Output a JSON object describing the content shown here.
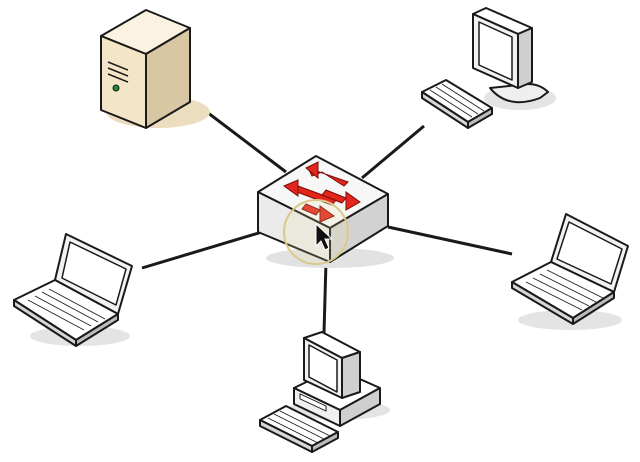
{
  "diagram": {
    "kind": "star-network",
    "hub": {
      "name": "network-switch",
      "icon": "switch-icon",
      "arrow_color": "#e4251b"
    },
    "nodes": [
      {
        "name": "server",
        "icon": "server-tower-icon"
      },
      {
        "name": "desktop-monitor",
        "icon": "monitor-keyboard-icon"
      },
      {
        "name": "laptop-left",
        "icon": "laptop-icon"
      },
      {
        "name": "laptop-right",
        "icon": "laptop-icon"
      },
      {
        "name": "desktop-pc",
        "icon": "desktop-pc-icon"
      }
    ],
    "colors": {
      "outline": "#1a1a1a",
      "device_body": "#f2f2f2",
      "device_shadow": "#cfcfcf",
      "server_body": "#f1e3c6",
      "switch_face": "#eaeaea",
      "highlight_ring": "#d9c98a"
    },
    "cursor": {
      "icon": "mouse-pointer-icon"
    }
  }
}
